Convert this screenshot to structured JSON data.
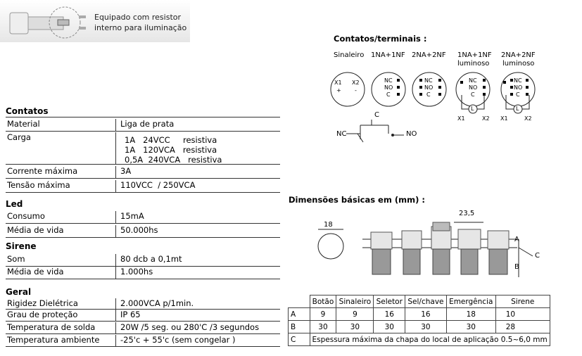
{
  "top_note": {
    "line1": "Equipado com  resistor",
    "line2": "interno para iluminação"
  },
  "contatos": {
    "title": "Contatos",
    "rows": [
      {
        "label": "Material",
        "value": "Liga de prata"
      },
      {
        "label": "Carga",
        "lines": [
          "1A   24VCC     resistiva",
          "1A   120VCA   resistiva",
          "0,5A  240VCA   resistiva"
        ]
      },
      {
        "label": "Corrente máxima",
        "value": "3A"
      },
      {
        "label": "Tensão máxima",
        "value": "110VCC  / 250VCA"
      }
    ]
  },
  "led": {
    "title": "Led",
    "rows": [
      {
        "label": "Consumo",
        "value": "15mA"
      },
      {
        "label": "Média de vida",
        "value": "50.000hs"
      }
    ]
  },
  "sirene": {
    "title": "Sirene",
    "rows": [
      {
        "label": "Som",
        "value": "80 dcb a 0,1mt"
      },
      {
        "label": "Média de vida",
        "value": "1.000hs"
      }
    ]
  },
  "geral": {
    "title": "Geral",
    "rows": [
      {
        "label": "Rigidez Dielétrica",
        "value": "2.000VCA p/1min."
      },
      {
        "label": "Grau de proteção",
        "value": "IP 65"
      },
      {
        "label": "Temperatura de solda",
        "value": "20W /5 seg. ou 280'C /3 segundos"
      },
      {
        "label": "Temperatura ambiente",
        "value": "-25'c + 55'c (sem congelar )"
      }
    ]
  },
  "terminais": {
    "title": "Contatos/terminais :",
    "items": [
      {
        "label": "Sinaleiro",
        "sub": ""
      },
      {
        "label": "1NA+1NF",
        "sub": ""
      },
      {
        "label": "2NA+2NF",
        "sub": ""
      },
      {
        "label": "1NA+1NF",
        "sub": "luminoso"
      },
      {
        "label": "2NA+2NF",
        "sub": "luminoso"
      }
    ],
    "pin_labels": {
      "x1": "X1",
      "x2": "X2",
      "plus": "+",
      "minus": "-",
      "nc": "NC",
      "no": "NO",
      "c": "C",
      "lamp": "L"
    },
    "switch": {
      "c": "C",
      "nc": "NC",
      "no": "NO"
    }
  },
  "dimensoes": {
    "title": "Dimensões básicas em  (mm) :",
    "diameter": "18",
    "width": "23,5",
    "letters": {
      "a": "A",
      "b": "B",
      "c": "C"
    },
    "headers": [
      "",
      "Botão",
      "Sinaleiro",
      "Seletor",
      "Sel/chave",
      "Emergência",
      "Sirene"
    ],
    "rows": [
      [
        "A",
        "9",
        "9",
        "16",
        "16",
        "18",
        "10"
      ],
      [
        "B",
        "30",
        "30",
        "30",
        "30",
        "30",
        "28"
      ]
    ],
    "row_c": {
      "label": "C",
      "text": "Espessura máxima da chapa do local de aplicação 0.5~6,0 mm"
    }
  },
  "colors": {
    "line": "#333333",
    "photo_bg": "#d8d8d8"
  }
}
